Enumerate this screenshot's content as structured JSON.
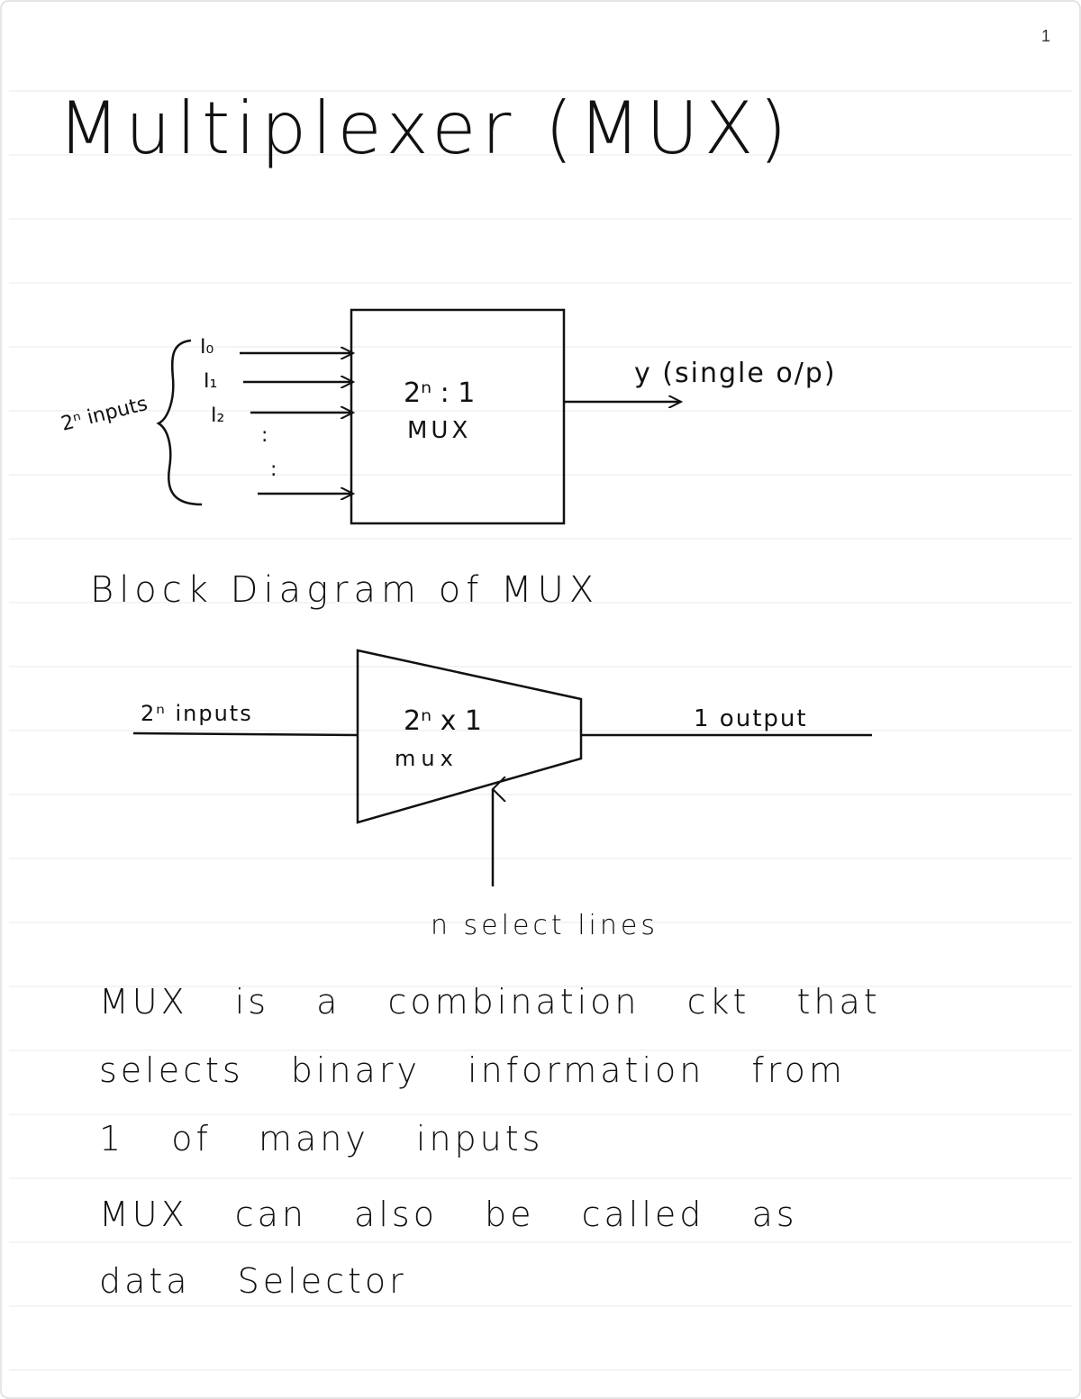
{
  "page_number": "1",
  "title": "Multiplexer (MUX)",
  "block_diagram": {
    "inputs_label": "2ⁿ inputs",
    "input_names": [
      "I₀",
      "I₁",
      "I₂"
    ],
    "dots": ":",
    "box_line1": "2ⁿ : 1",
    "box_line2": "MUX",
    "output_label": "y (single o/p)"
  },
  "caption": "Block Diagram of MUX",
  "trapezoid_diagram": {
    "inputs_label": "2ⁿ inputs",
    "body_line1": "2ⁿ x 1",
    "body_line2": "mux",
    "output_label": "1 output",
    "select_label": "n select lines"
  },
  "paragraph": [
    "MUX is a combination ckt that",
    "selects binary information from",
    "1 of many inputs",
    "MUX can also be called as",
    "data Selector"
  ]
}
